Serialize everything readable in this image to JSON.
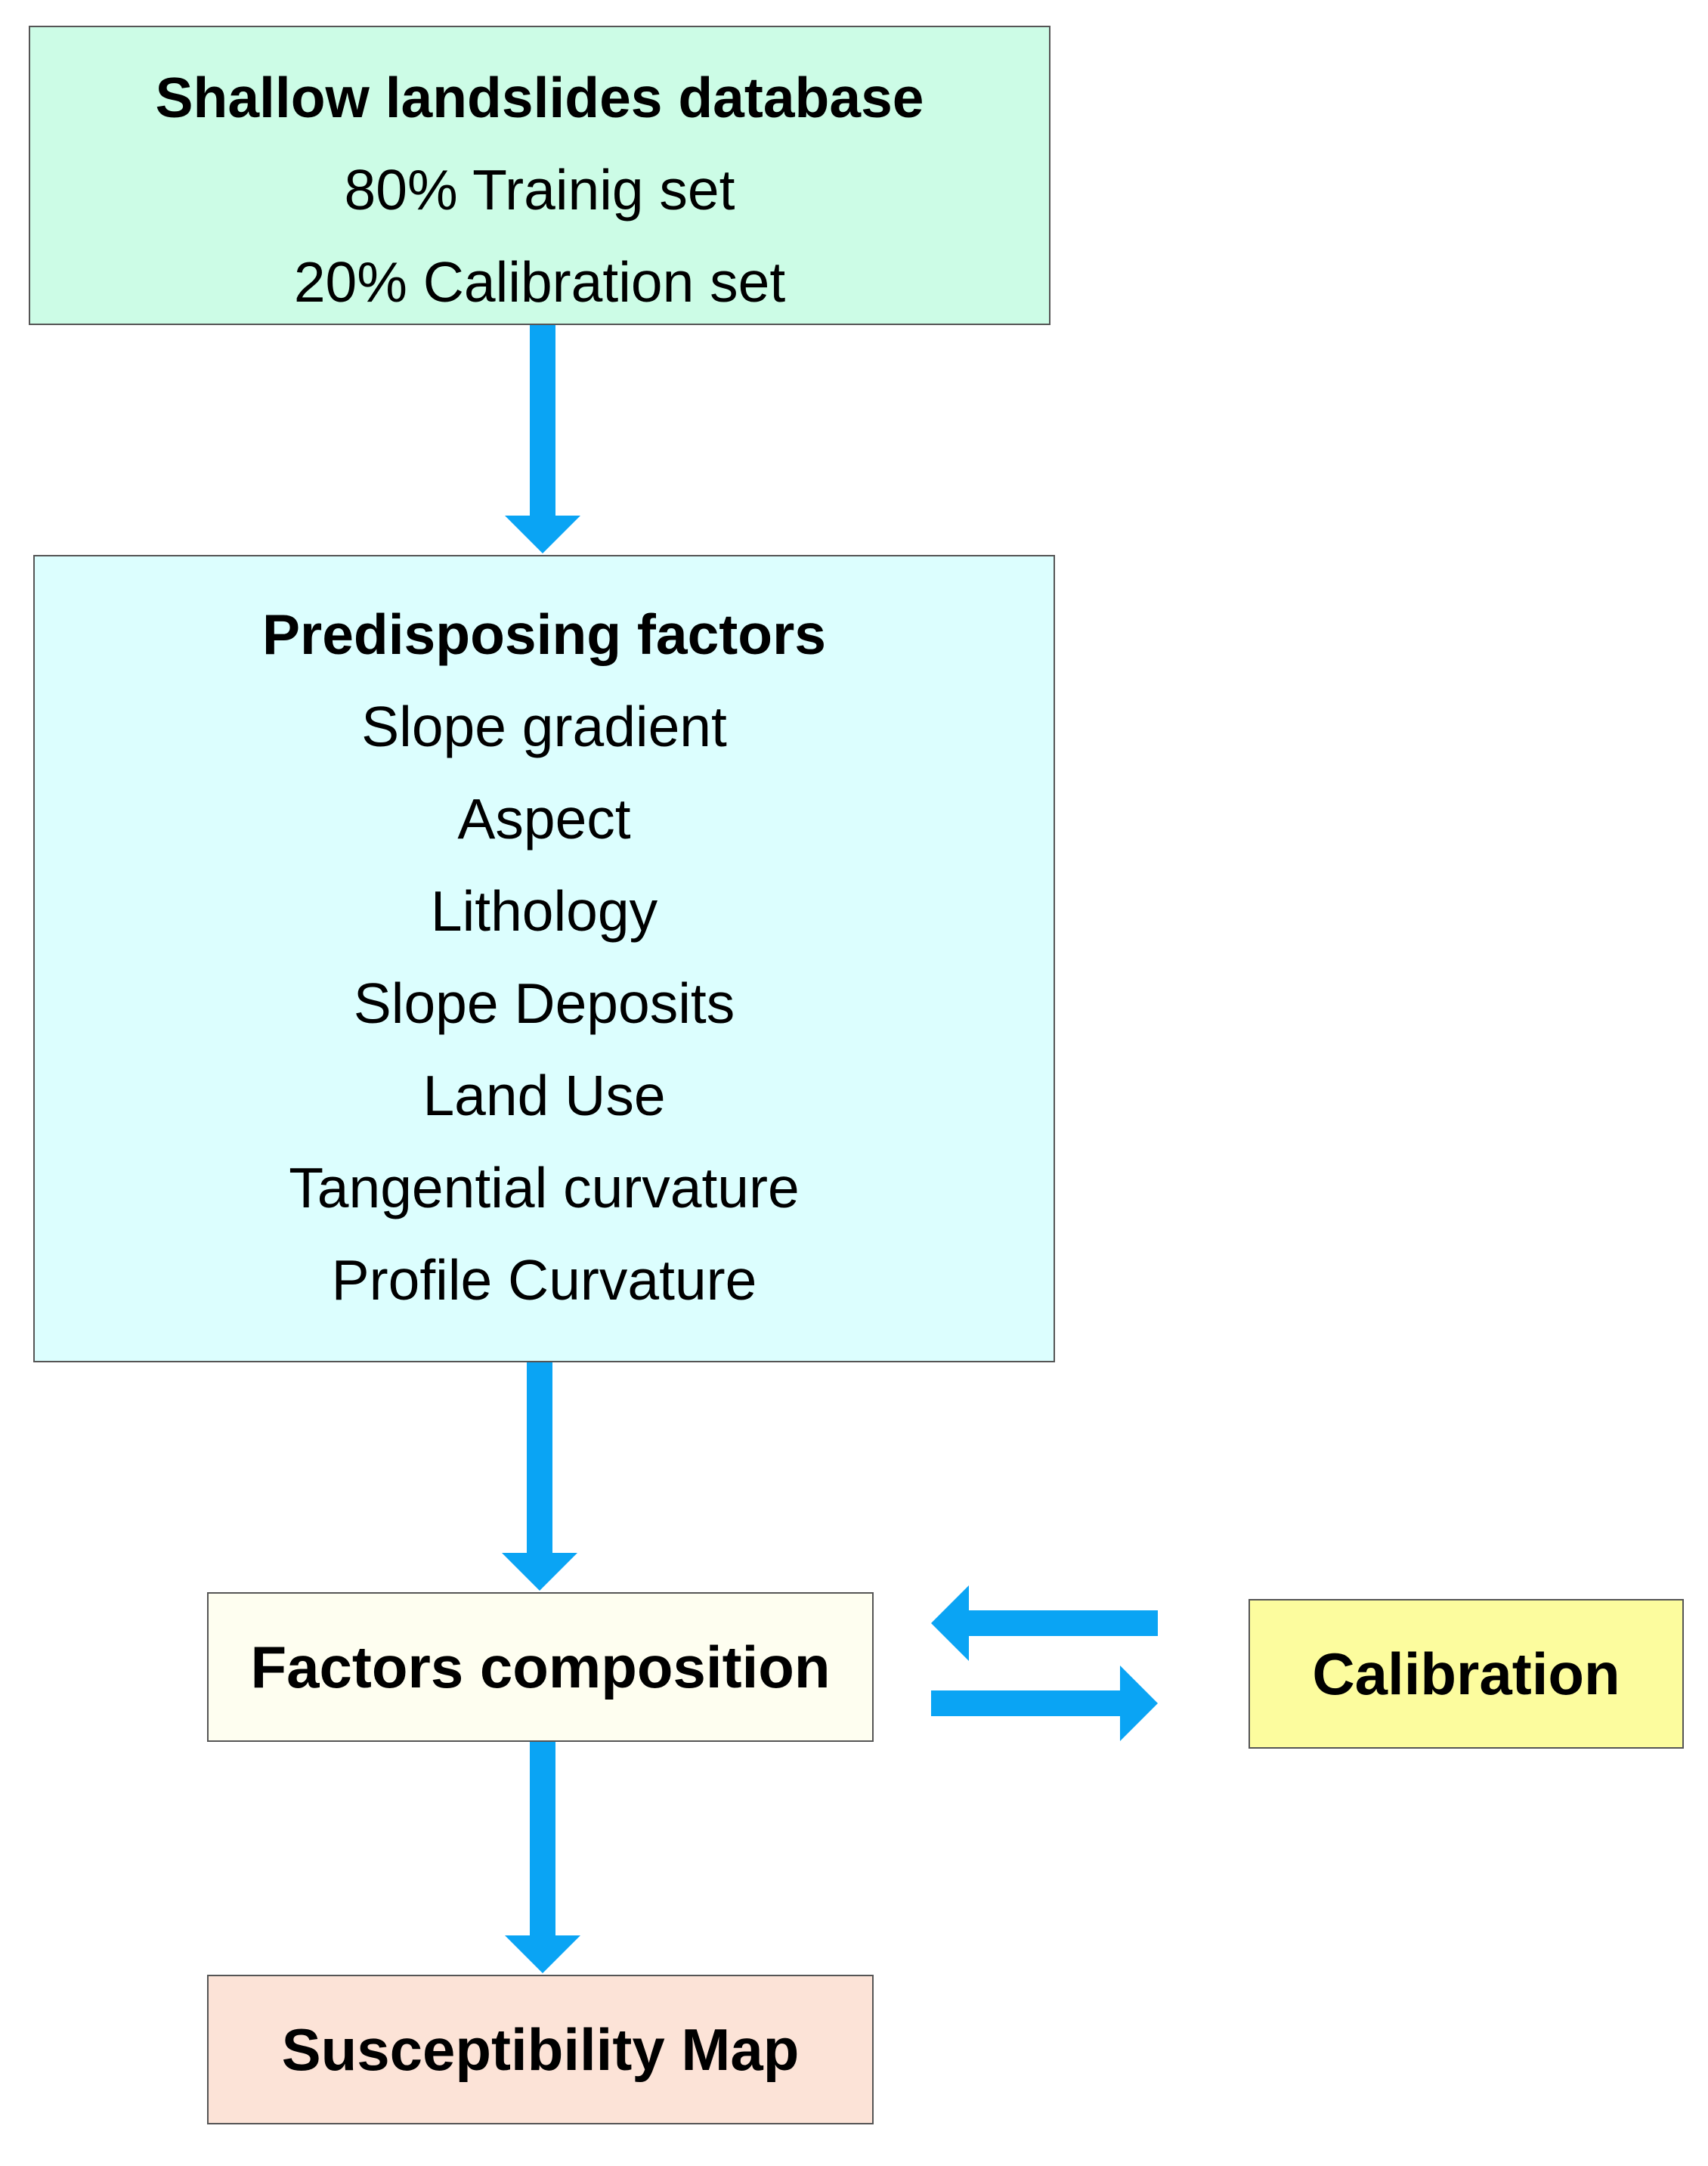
{
  "colors": {
    "arrow": "#0aa4f4",
    "database_fill": "#ccfce6",
    "factors_fill": "#dcfefe",
    "composition_fill": "#fefef0",
    "calibration_fill": "#fcfc9e",
    "map_fill": "#fce3d7",
    "border": "#555555"
  },
  "database": {
    "title": "Shallow landslides database",
    "lines": [
      "80% Trainig set",
      "20% Calibration set"
    ]
  },
  "factors": {
    "title": "Predisposing factors",
    "items": [
      "Slope gradient",
      "Aspect",
      "Lithology",
      "Slope Deposits",
      "Land Use",
      "Tangential curvature",
      "Profile Curvature"
    ]
  },
  "composition": {
    "title": "Factors composition"
  },
  "calibration": {
    "title": "Calibration"
  },
  "map": {
    "title": "Susceptibility Map"
  }
}
